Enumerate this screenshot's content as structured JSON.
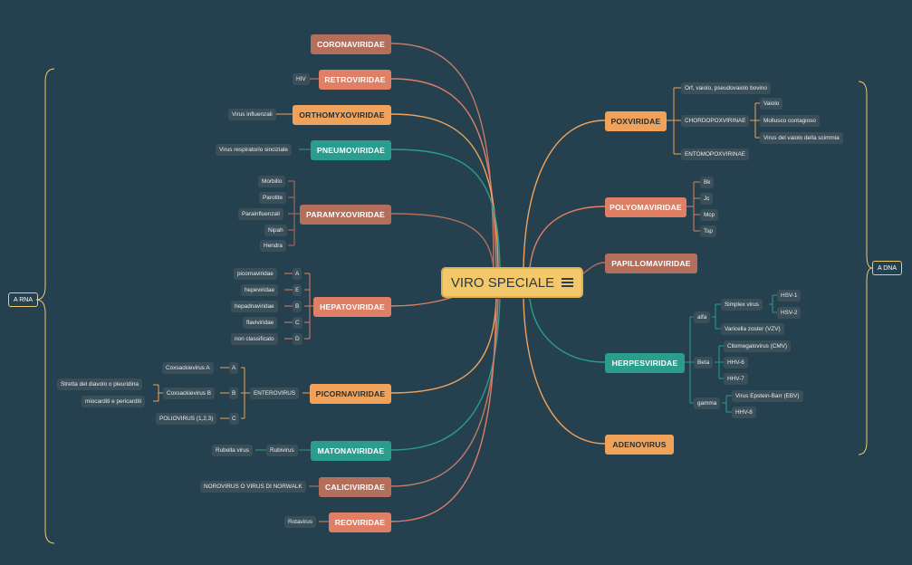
{
  "center": {
    "label": "VIRO SPECIALE",
    "icon": "notes-icon"
  },
  "side_labels": {
    "left": "A RNA",
    "right": "A DNA"
  },
  "colors": {
    "background": "#25404e",
    "brown": "#b36f5b",
    "salmon": "#df7f66",
    "orange": "#f0a25a",
    "teal": "#2a9d8f",
    "center": "#f2c86a"
  },
  "rna": {
    "coronaviridae": "CORONAVIRIDAE",
    "retroviridae": {
      "label": "RETROVIRIDAE",
      "children": [
        "HIV"
      ]
    },
    "orthomyxoviridae": {
      "label": "ORTHOMYXOVIRIDAE",
      "children": [
        "Virus influenzali"
      ]
    },
    "pneumoviridae": {
      "label": "PNEUMOVIRIDAE",
      "children": [
        "Virus respiratorio sinciziale"
      ]
    },
    "paramyxoviridae": {
      "label": "PARAMYXOVIRIDAE",
      "children": [
        "Morbillo",
        "Parotite",
        "Parainfluenzali",
        "Nipah",
        "Hendra"
      ]
    },
    "hepatoviridae": {
      "label": "HEPATOVIRIDAE",
      "children": [
        {
          "tag": "A",
          "name": "picornaviridae"
        },
        {
          "tag": "E",
          "name": "hepeviridae"
        },
        {
          "tag": "B",
          "name": "hepadnaviridae"
        },
        {
          "tag": "C",
          "name": "flaviviridae"
        },
        {
          "tag": "D",
          "name": "non classificato"
        }
      ]
    },
    "picornaviridae": {
      "label": "PICORNAVIRIDAE",
      "enterovirus": "ENTEROVIRUS",
      "children": [
        {
          "tag": "A",
          "name": "Coxsackievirus A"
        },
        {
          "tag": "B",
          "name": "Coxsackievirus B",
          "sub": [
            "Stretta del diavolo o pleuridina",
            "miocarditi e pericarditi"
          ]
        },
        {
          "tag": "C",
          "name": "POLIOVIRUS (1,2,3)"
        }
      ]
    },
    "matonaviridae": {
      "label": "MATONAVIRIDAE",
      "rubivirus": "Rubivirus",
      "rubella": "Rubella virus"
    },
    "caliciviridae": {
      "label": "CALICIVIRIDAE",
      "children": [
        "NOROVIRUS O VIRUS DI NORWALK"
      ]
    },
    "reoviridae": {
      "label": "REOVIRIDAE",
      "children": [
        "Rotavirus"
      ]
    }
  },
  "dna": {
    "poxviridae": {
      "label": "POXVIRIDAE",
      "orf": "Orf, vaiolo, pseudovaiolo bovino",
      "chordo": "CHORDOPOXVIRINAE",
      "chordo_children": [
        "Vaiolo",
        "Mollusco contagioso",
        "Virus del vaiolo della scimmia"
      ],
      "entomo": "ENTOMOPOXVIRINAE"
    },
    "polyomaviridae": {
      "label": "POLYOMAVIRIDAE",
      "children": [
        "Bk",
        "Jc",
        "Mcp",
        "Tsp"
      ]
    },
    "papillomaviridae": "PAPILLOMAVIRIDAE",
    "herpesviridae": {
      "label": "HERPESVIRIDAE",
      "alfa": "alfa",
      "simplex": "Simplex virus",
      "hsv": [
        "HSV-1",
        "HSV-2"
      ],
      "vzv": "Varicella zoster (VZV)",
      "beta": "Beta",
      "beta_children": [
        "Citomegalovirus (CMV)",
        "HHV-6",
        "HHV-7"
      ],
      "gamma": "gamma",
      "gamma_children": [
        "Virus Epstein-Barr (EBV)",
        "HHV-8"
      ]
    },
    "adenovirus": "ADENOVIRUS"
  }
}
